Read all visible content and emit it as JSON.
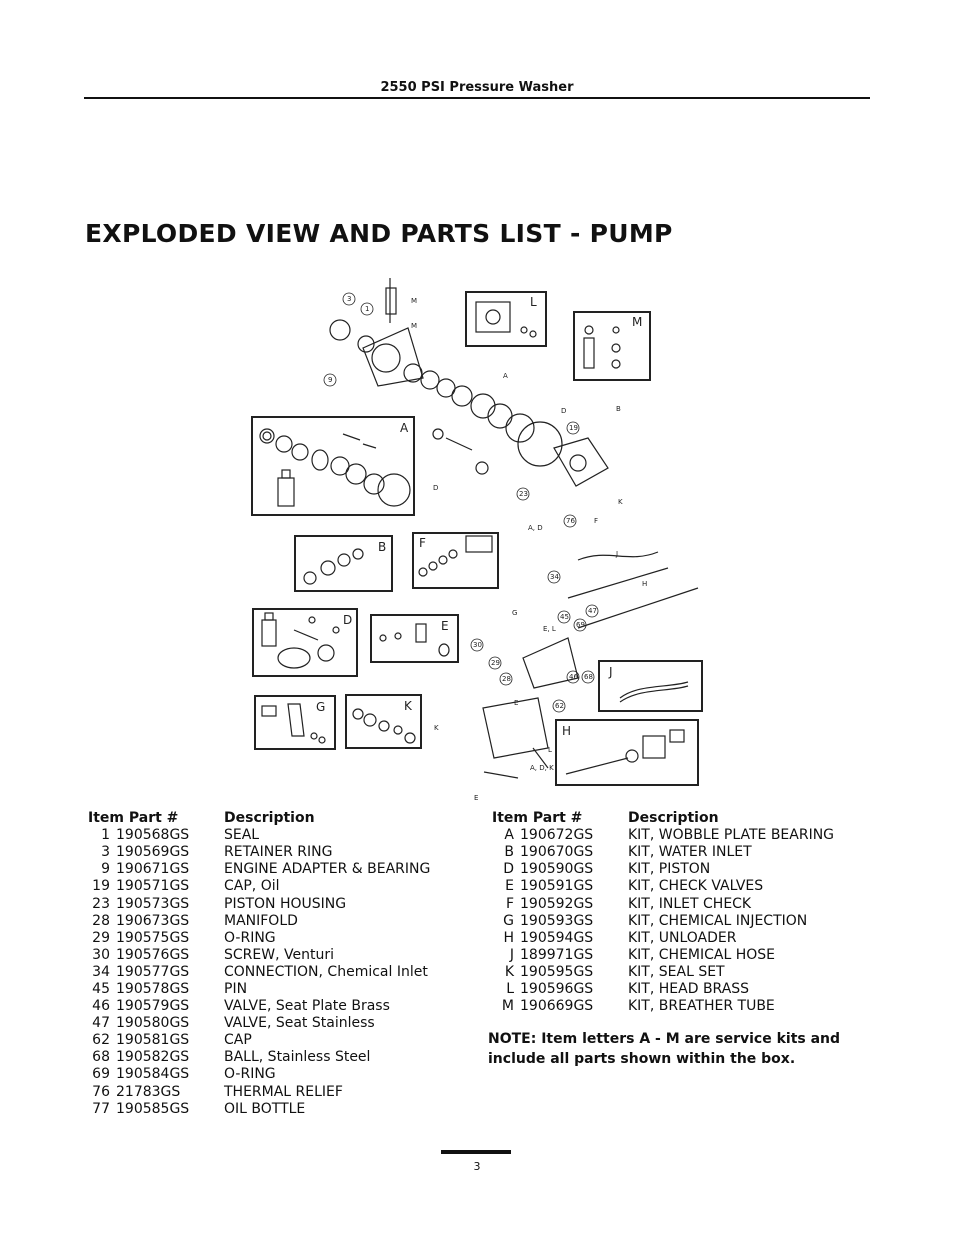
{
  "header": {
    "title": "2550 PSI Pressure Washer"
  },
  "page_title": "EXPLODED VIEW AND PARTS LIST - PUMP",
  "diagram": {
    "callouts": [
      "3",
      "1",
      "9",
      "19",
      "23",
      "76",
      "34",
      "45",
      "47",
      "69",
      "30",
      "29",
      "28",
      "46",
      "68",
      "62"
    ],
    "letters": [
      "A",
      "B",
      "D",
      "E",
      "F",
      "G",
      "H",
      "J",
      "K",
      "L",
      "M"
    ],
    "inline_labels": [
      "M",
      "M",
      "A",
      "D",
      "B",
      "K",
      "D",
      "A, D",
      "F",
      "J",
      "H",
      "G",
      "E, L",
      "E",
      "K",
      "L",
      "A, D, K",
      "E"
    ]
  },
  "parts_left": {
    "headers": {
      "item": "Item",
      "part": "Part #",
      "description": "Description"
    },
    "rows": [
      {
        "item": "1",
        "part": "190568GS",
        "desc_main": "SEAL",
        "desc_sub": ""
      },
      {
        "item": "3",
        "part": "190569GS",
        "desc_main": "RETAINER RING",
        "desc_sub": ""
      },
      {
        "item": "9",
        "part": "190671GS",
        "desc_main": "ENGINE ADAPTER & BEARING",
        "desc_sub": ""
      },
      {
        "item": "19",
        "part": "190571GS",
        "desc_main": "CAP,",
        "desc_sub": " Oil"
      },
      {
        "item": "23",
        "part": "190573GS",
        "desc_main": "PISTON HOUSING",
        "desc_sub": ""
      },
      {
        "item": "28",
        "part": "190673GS",
        "desc_main": "MANIFOLD",
        "desc_sub": ""
      },
      {
        "item": "29",
        "part": "190575GS",
        "desc_main": "O-RING",
        "desc_sub": ""
      },
      {
        "item": "30",
        "part": "190576GS",
        "desc_main": "SCREW,",
        "desc_sub": " Venturi"
      },
      {
        "item": "34",
        "part": "190577GS",
        "desc_main": "CONNECTION,",
        "desc_sub": " Chemical Inlet"
      },
      {
        "item": "45",
        "part": "190578GS",
        "desc_main": "PIN",
        "desc_sub": ""
      },
      {
        "item": "46",
        "part": "190579GS",
        "desc_main": "VALVE,",
        "desc_sub": " Seat Plate Brass"
      },
      {
        "item": "47",
        "part": "190580GS",
        "desc_main": "VALVE,",
        "desc_sub": " Seat Stainless"
      },
      {
        "item": "62",
        "part": "190581GS",
        "desc_main": "CAP",
        "desc_sub": ""
      },
      {
        "item": "68",
        "part": "190582GS",
        "desc_main": "BALL,",
        "desc_sub": " Stainless Steel"
      },
      {
        "item": "69",
        "part": "190584GS",
        "desc_main": "O-RING",
        "desc_sub": ""
      },
      {
        "item": "76",
        "part": "21783GS",
        "desc_main": "THERMAL RELIEF",
        "desc_sub": ""
      },
      {
        "item": "77",
        "part": "190585GS",
        "desc_main": "OIL BOTTLE",
        "desc_sub": ""
      }
    ]
  },
  "parts_right": {
    "headers": {
      "item": "Item",
      "part": "Part #",
      "description": "Description"
    },
    "rows": [
      {
        "item": "A",
        "part": "190672GS",
        "desc": "KIT, WOBBLE PLATE BEARING"
      },
      {
        "item": "B",
        "part": "190670GS",
        "desc": "KIT, WATER INLET"
      },
      {
        "item": "D",
        "part": "190590GS",
        "desc": "KIT, PISTON"
      },
      {
        "item": "E",
        "part": "190591GS",
        "desc": "KIT, CHECK VALVES"
      },
      {
        "item": "F",
        "part": "190592GS",
        "desc": "KIT, INLET CHECK"
      },
      {
        "item": "G",
        "part": "190593GS",
        "desc": "KIT, CHEMICAL INJECTION"
      },
      {
        "item": "H",
        "part": "190594GS",
        "desc": "KIT, UNLOADER"
      },
      {
        "item": "J",
        "part": "189971GS",
        "desc": "KIT, CHEMICAL HOSE"
      },
      {
        "item": "K",
        "part": "190595GS",
        "desc": "KIT, SEAL SET"
      },
      {
        "item": "L",
        "part": "190596GS",
        "desc": "KIT, HEAD BRASS"
      },
      {
        "item": "M",
        "part": "190669GS",
        "desc": "KIT, BREATHER TUBE"
      }
    ]
  },
  "note": "NOTE: Item letters A - M are service kits and include all parts shown within the box.",
  "page_number": "3"
}
